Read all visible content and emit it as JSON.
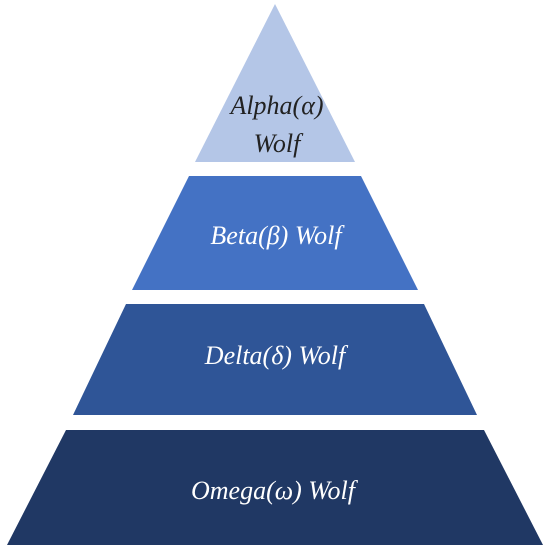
{
  "diagram": {
    "levels": [
      {
        "lines": [
          "Alpha(α)",
          "Wolf"
        ],
        "fill": "#b4c6e7",
        "text_color": "#222222"
      },
      {
        "lines": [
          "Beta(β) Wolf"
        ],
        "fill": "#4472c4",
        "text_color": "#ffffff"
      },
      {
        "lines": [
          "Delta(δ) Wolf"
        ],
        "fill": "#2f5597",
        "text_color": "#ffffff"
      },
      {
        "lines": [
          "Omega(ω) Wolf"
        ],
        "fill": "#203864",
        "text_color": "#ffffff"
      }
    ]
  }
}
